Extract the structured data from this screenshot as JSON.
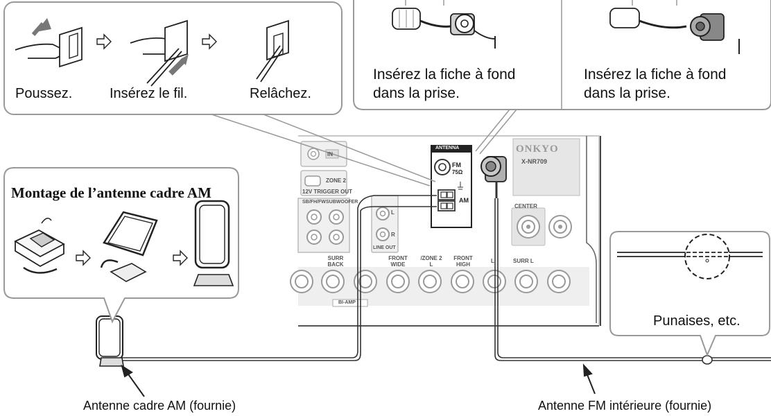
{
  "speaker_terminal_box": {
    "step_push": "Poussez.",
    "step_insert": "Insérez le fil.",
    "step_release": "Relâchez."
  },
  "fm_plug_box_1": {
    "text": "Insérez la fiche à fond dans la prise."
  },
  "fm_plug_box_2": {
    "text": "Insérez la fiche à fond dans la prise."
  },
  "am_assembly_box": {
    "title": "Montage de l’antenne cadre AM"
  },
  "pin_box": {
    "label": "Punaises, etc."
  },
  "captions": {
    "am_antenna": "Antenne cadre AM (fournie)",
    "fm_antenna": "Antenne FM intérieure (fournie)"
  },
  "receiver_panel": {
    "brand": "ONKYO",
    "model": "X-NR709",
    "antenna_header": "ANTENNA",
    "fm_label": "FM",
    "fm_impedance": "75Ω",
    "am_label": "AM",
    "zone2_label": "ZONE 2",
    "trigger_label": "12V TRIGGER OUT",
    "sbfhfw_label": "SB/FH/FW",
    "subwoofer_label": "SUBWOOFER",
    "line_out_label": "LINE OUT",
    "center_label": "CENTER",
    "surr_back_label": "SURR BACK",
    "front_wide_label": "FRONT WIDE",
    "zone2_l_label": "/ZONE 2 L",
    "front_high_label": "FRONT HIGH",
    "l_label": "L",
    "surr_l_label": "SURR L",
    "biamp_label": "BI-AMP",
    "in_label": "IN",
    "line_l": "L",
    "line_r": "R"
  }
}
